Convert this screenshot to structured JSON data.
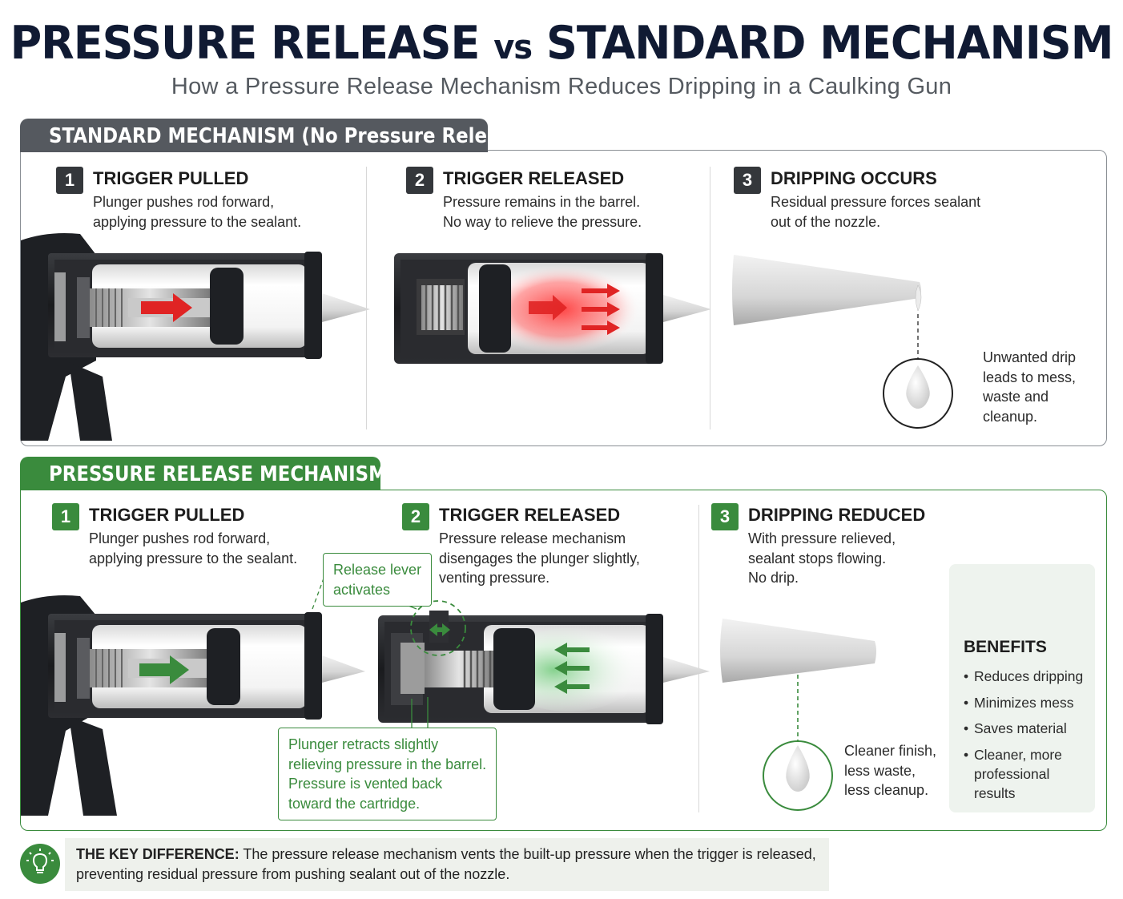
{
  "header": {
    "title_part1": "PRESSURE RELEASE",
    "title_vs": "vs",
    "title_part2": "STANDARD MECHANISM",
    "subtitle": "How a Pressure Release Mechanism Reduces Dripping in a Caulking Gun"
  },
  "standard": {
    "tab_label": "STANDARD MECHANISM (No Pressure Release)",
    "steps": [
      {
        "num": "1",
        "title": "TRIGGER PULLED",
        "line1": "Plunger pushes rod forward,",
        "line2": "applying pressure to the sealant."
      },
      {
        "num": "2",
        "title": "TRIGGER RELEASED",
        "line1": "Pressure remains in the barrel.",
        "line2": "No way to relieve the pressure."
      },
      {
        "num": "3",
        "title": "DRIPPING OCCURS",
        "line1": "Residual pressure forces sealant",
        "line2": "out of the nozzle."
      }
    ],
    "drip_note": [
      "Unwanted drip",
      "leads to mess,",
      "waste and",
      "cleanup."
    ]
  },
  "pressure_release": {
    "tab_label": "PRESSURE RELEASE MECHANISM",
    "steps": [
      {
        "num": "1",
        "title": "TRIGGER PULLED",
        "line1": "Plunger pushes rod forward,",
        "line2": "applying pressure to the sealant."
      },
      {
        "num": "2",
        "title": "TRIGGER RELEASED",
        "line1": "Pressure release mechanism",
        "line2": "disengages the plunger slightly,",
        "line3": "venting pressure."
      },
      {
        "num": "3",
        "title": "DRIPPING REDUCED",
        "line1": "With pressure relieved,",
        "line2": "sealant stops flowing.",
        "line3": "No drip."
      }
    ],
    "lever_callout": [
      "Release lever",
      "activates"
    ],
    "plunger_callout": [
      "Plunger retracts slightly",
      "relieving pressure in the barrel.",
      "Pressure is vented back",
      "toward the cartridge."
    ],
    "clean_note": [
      "Cleaner finish,",
      "less waste,",
      "less cleanup."
    ],
    "benefits": {
      "title": "BENEFITS",
      "items": [
        "Reduces dripping",
        "Minimizes mess",
        "Saves material",
        "Cleaner, more professional results"
      ]
    }
  },
  "key_difference": {
    "label": "THE KEY DIFFERENCE:",
    "text_line1": " The pressure release mechanism vents the built-up pressure when the trigger is released,",
    "text_line2": "preventing residual pressure from pushing sealant out of the nozzle."
  },
  "colors": {
    "navy": "#101a33",
    "gray_tab": "#55595f",
    "green": "#3a8b3d",
    "red": "#e02424",
    "dark": "#1e2024"
  },
  "icons": [
    "shield-check-icon",
    "lightbulb-icon",
    "red-arrow-icon",
    "green-arrow-icon",
    "drip-icon"
  ]
}
